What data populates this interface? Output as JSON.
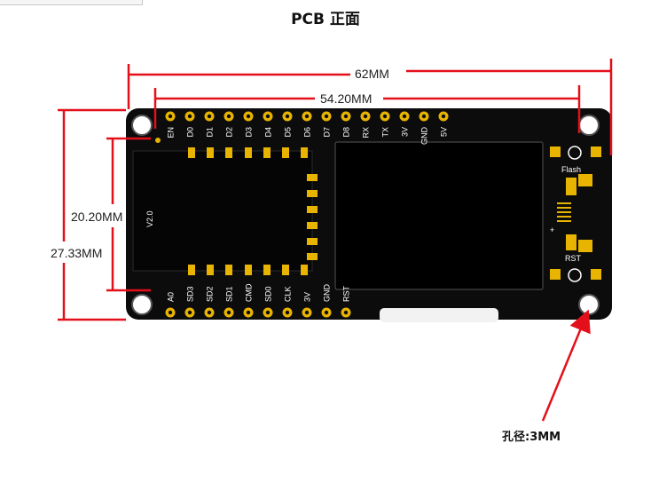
{
  "title": "PCB 正面",
  "dimensions": {
    "total_width": "62MM",
    "hole_spacing_width": "54.20MM",
    "hole_spacing_height": "20.20MM",
    "total_height": "27.33MM"
  },
  "hole_diameter": "孔径:3MM",
  "top_pins": [
    "EN",
    "D0",
    "D1",
    "D2",
    "D3",
    "D4",
    "D5",
    "D6",
    "D7",
    "D8",
    "RX",
    "TX",
    "3V",
    "GND",
    "5V"
  ],
  "bottom_pins": [
    "A0",
    "SD3",
    "SD2",
    "SD1",
    "CMD",
    "SD0",
    "CLK",
    "3V",
    "GND",
    "RST"
  ],
  "board_labels": {
    "version": "V2.0",
    "flash": "Flash",
    "rst": "RST",
    "plus": "+"
  },
  "colors": {
    "board": "#0c0c0c",
    "pad": "#e8b400",
    "dimension_line": "#e3101b"
  }
}
